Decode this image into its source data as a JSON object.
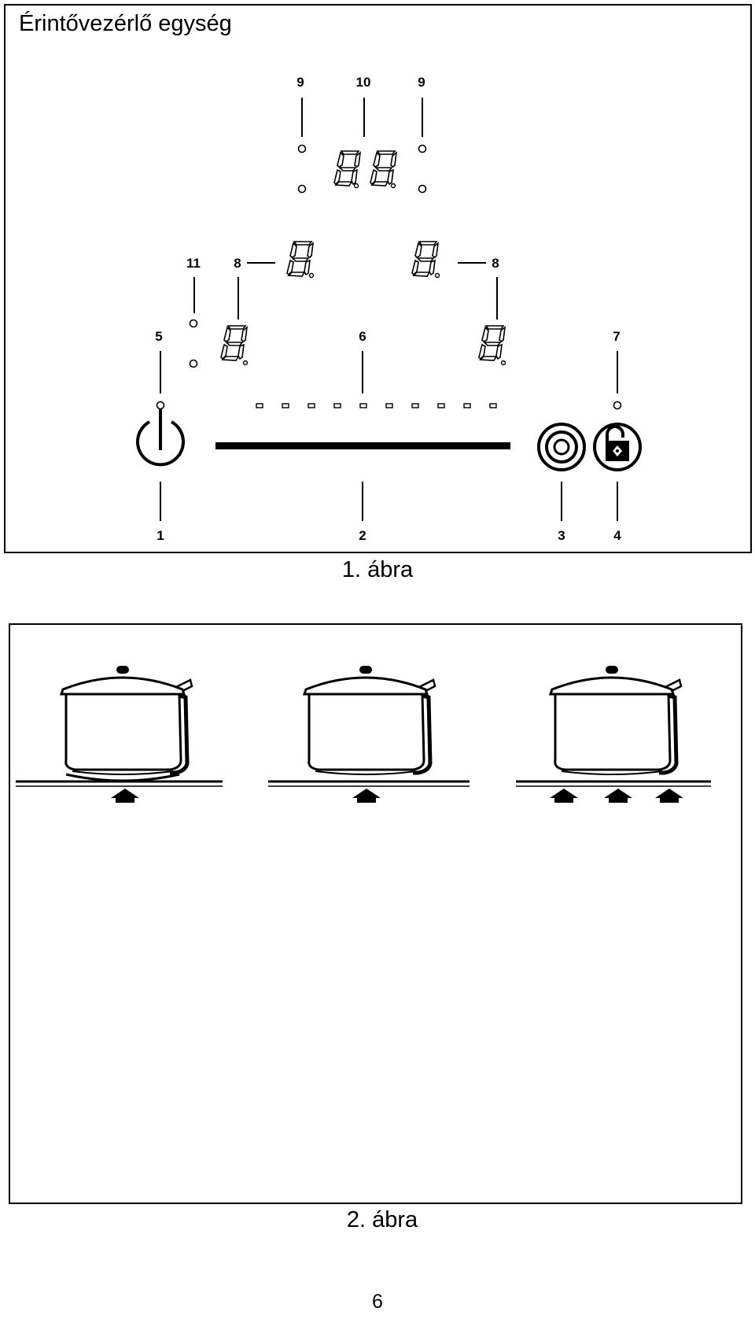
{
  "panel_title": "Érintővezérlő egység",
  "figure1_caption": "1. ábra",
  "figure2_caption": "2. ábra",
  "page_number": "6",
  "callouts": {
    "c1": "1",
    "c2": "2",
    "c3": "3",
    "c4": "4",
    "c5": "5",
    "c6": "6",
    "c7": "7",
    "c8_left": "8",
    "c8_right": "8",
    "c9_left": "9",
    "c10": "10",
    "c9_right": "9",
    "c11": "11"
  },
  "icons": {
    "power": "power-icon",
    "slider": "slider-bar",
    "boost": "boost-icon",
    "lock": "lock-icon"
  }
}
